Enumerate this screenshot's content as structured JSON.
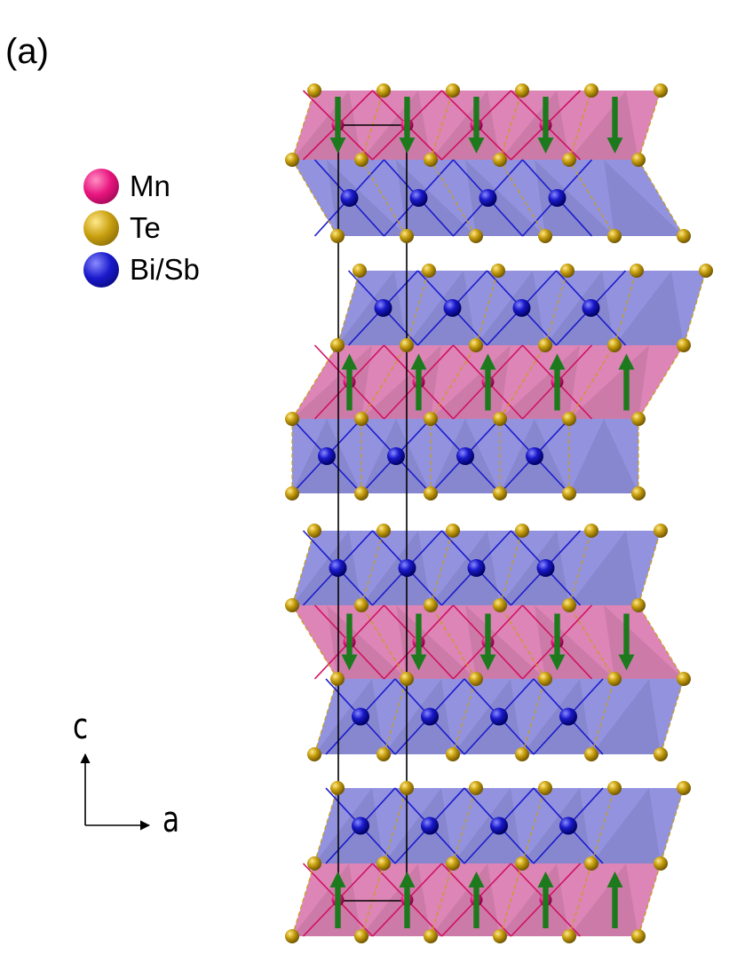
{
  "panel_label": "(a)",
  "legend": [
    {
      "label": "Mn",
      "color": "#e8157f",
      "highlight": "#ff8fc4",
      "shade": "#7a0040"
    },
    {
      "label": "Te",
      "color": "#c8a010",
      "highlight": "#ffe98a",
      "shade": "#6f5400"
    },
    {
      "label": "Bi/Sb",
      "color": "#1a1acc",
      "highlight": "#8a8aff",
      "shade": "#00005e"
    }
  ],
  "axes": {
    "vertical": "c",
    "horizontal": "a"
  },
  "spin_sequence_bottom_to_top": [
    "up",
    "down",
    "up",
    "down"
  ],
  "colors": {
    "mn_polyhedra": "#d46aa6",
    "bisb_polyhedra": "#7a7ad8",
    "spin_arrow": "#1c7a1c",
    "unit_cell": "#000000",
    "mn_bond": "#d01060",
    "bisb_bond": "#1a1acc",
    "te_bond": "#c8a010"
  }
}
